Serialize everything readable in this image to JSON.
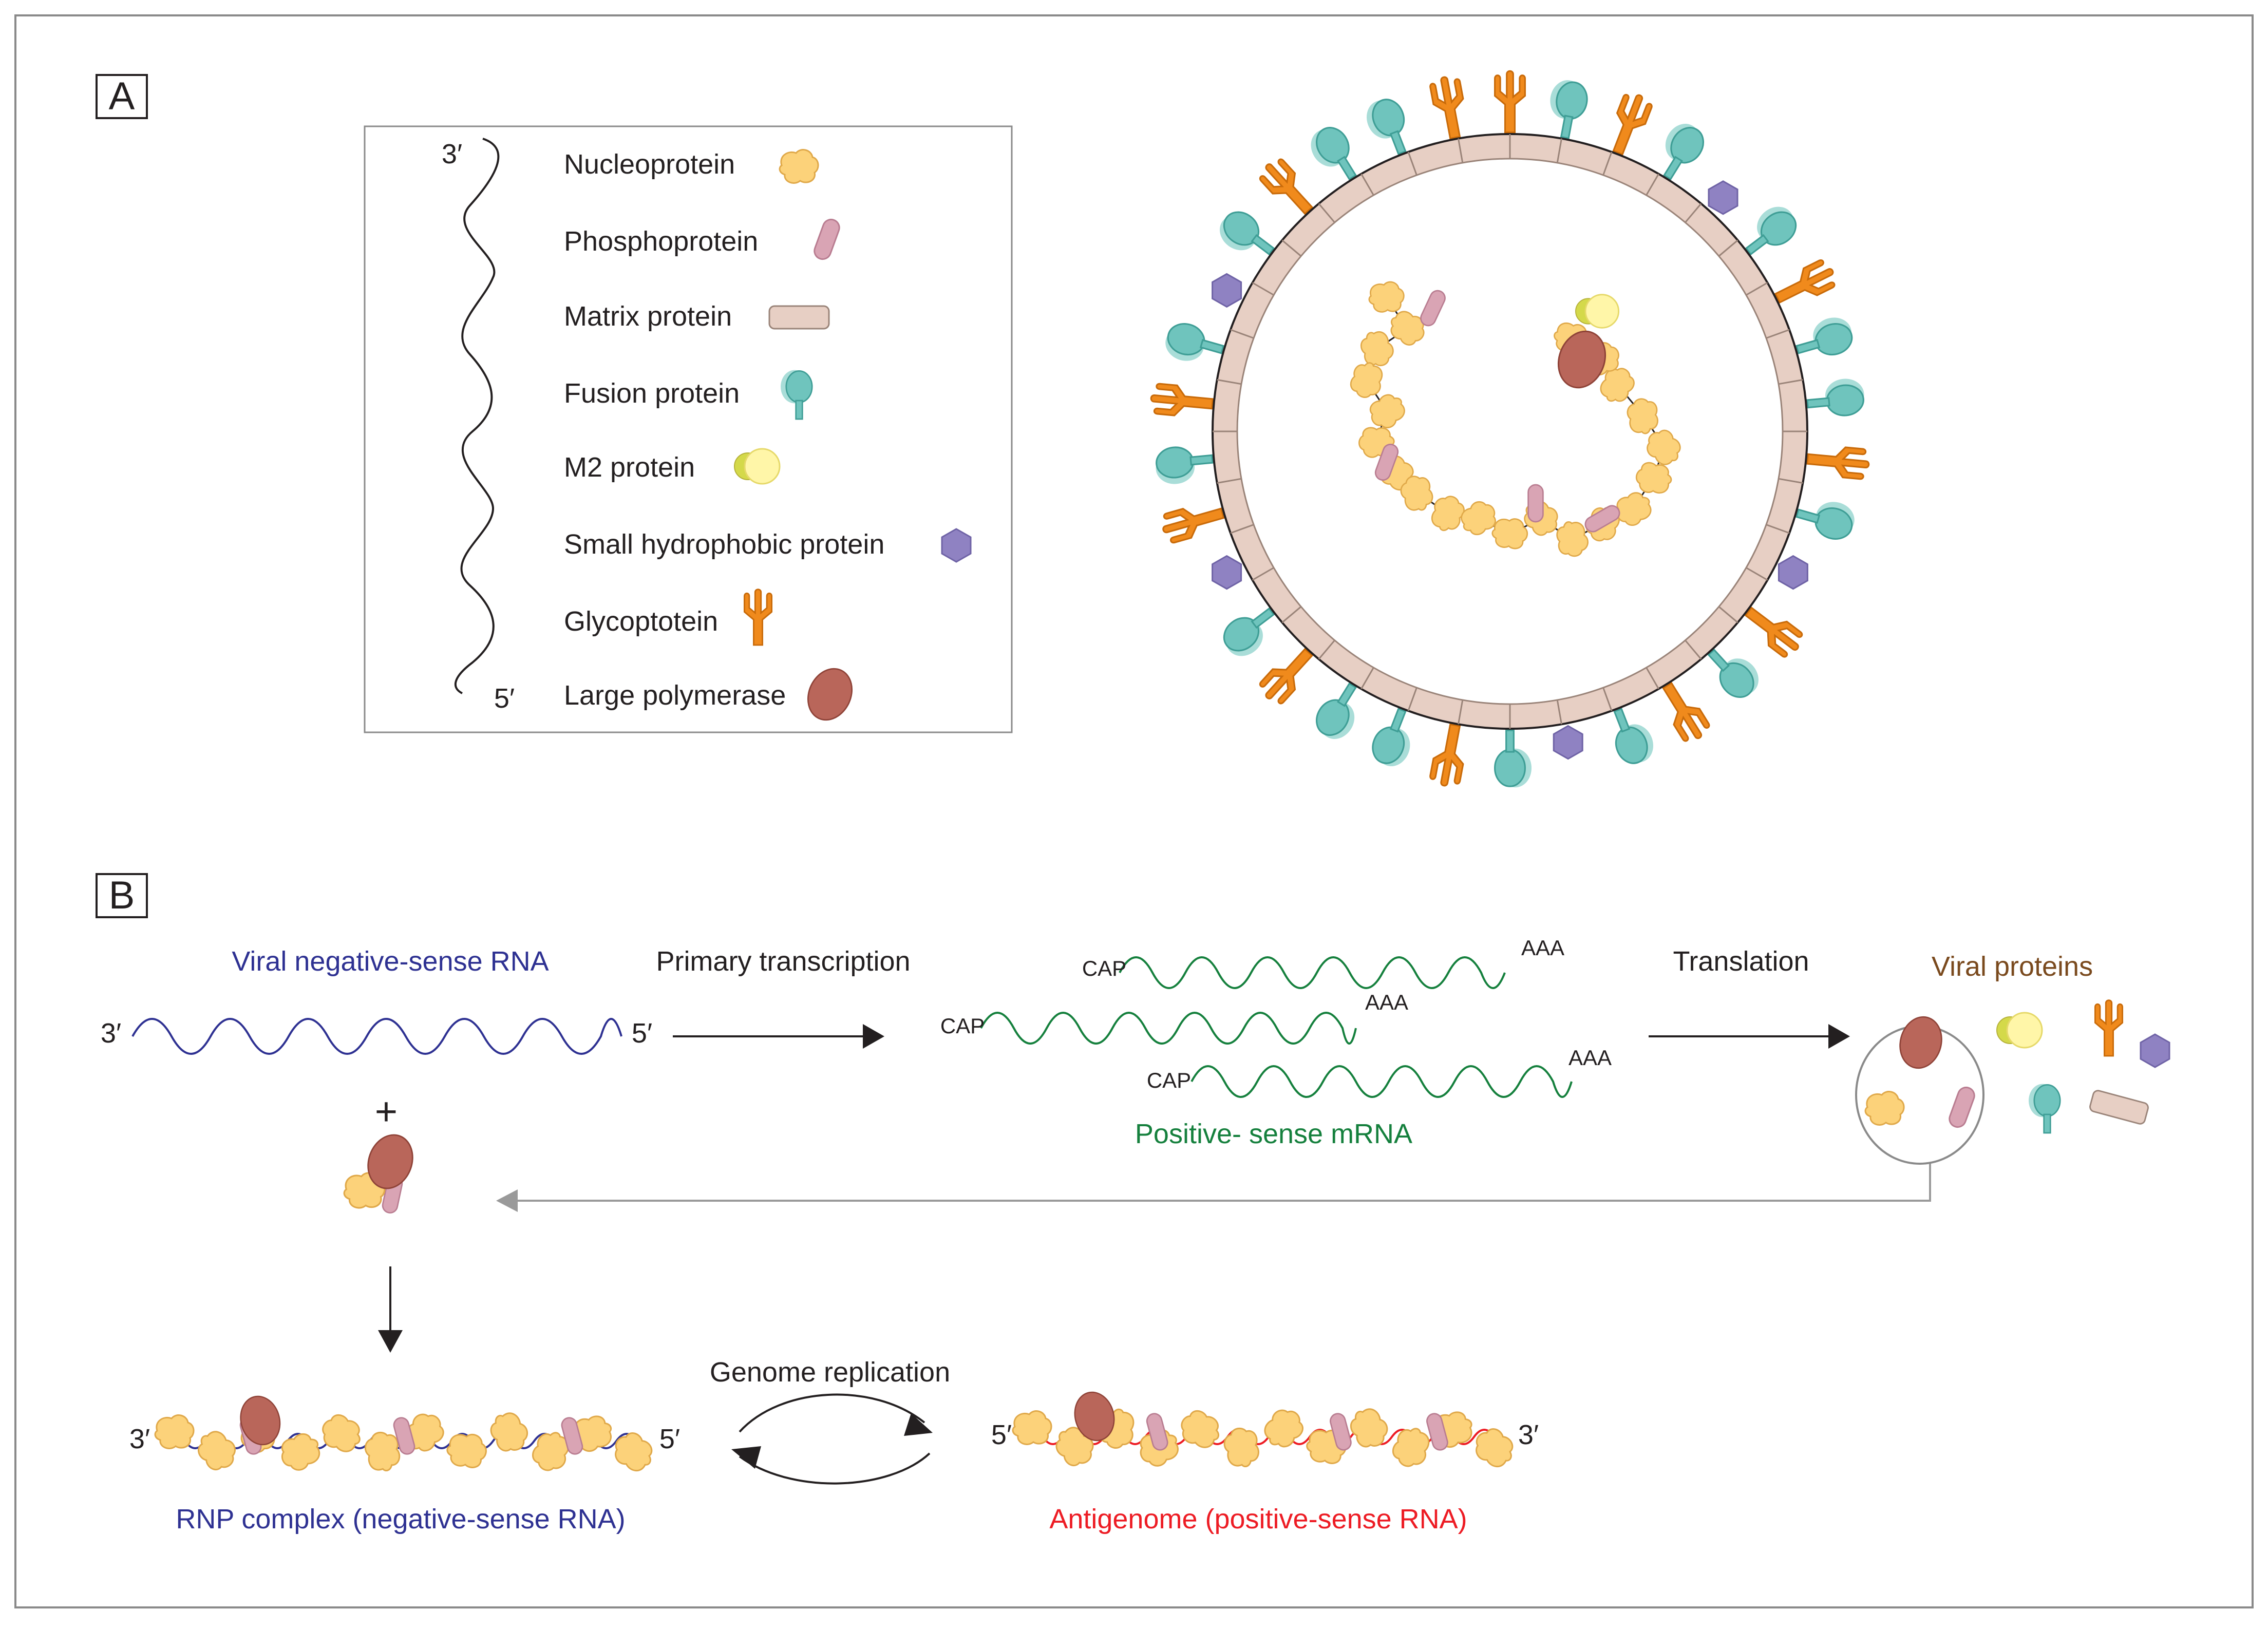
{
  "panels": {
    "a": "A",
    "b": "B"
  },
  "legend": {
    "end_3": "3′",
    "end_5": "5′",
    "items": [
      {
        "label": "Nucleoprotein",
        "icon": "nucleoprotein-icon",
        "color": "#fcd27a"
      },
      {
        "label": "Phosphoprotein",
        "icon": "phosphoprotein-icon",
        "color": "#d9a4b4"
      },
      {
        "label": "Matrix protein",
        "icon": "matrix-protein-icon",
        "color": "#e7cfc4"
      },
      {
        "label": "Fusion protein",
        "icon": "fusion-protein-icon",
        "color": "#6fc4bd"
      },
      {
        "label": "M2 protein",
        "icon": "m2-protein-icon",
        "color": "#fff6a8"
      },
      {
        "label": "Small hydrophobic protein",
        "icon": "small-hydrophobic-protein-icon",
        "color": "#8f82c2"
      },
      {
        "label": "Glycoptotein",
        "icon": "glycoprotein-icon",
        "color": "#f08a1c"
      },
      {
        "label": "Large polymerase",
        "icon": "large-polymerase-icon",
        "color": "#b9665a"
      }
    ]
  },
  "panel_b": {
    "viral_rna_title": "Viral negative-sense RNA",
    "viral_rna_3": "3′",
    "viral_rna_5": "5′",
    "primary_transcription": "Primary transcription",
    "cap": "CAP",
    "aaa": "AAA",
    "mrna_label": "Positive- sense mRNA",
    "translation": "Translation",
    "viral_proteins": "Viral proteins",
    "plus": "+",
    "genome_replication": "Genome replication",
    "rnp_3": "3′",
    "rnp_5": "5′",
    "rnp_label": "RNP complex (negative-sense RNA)",
    "anti_5": "5′",
    "anti_3": "3′",
    "antigenome_label": "Antigenome (positive-sense RNA)"
  },
  "colors": {
    "negative_rna": "#2e3192",
    "mrna": "#15803d",
    "antigenome": "#ed1c24",
    "viral_proteins_text": "#7a4a1e",
    "envelope": "#e7cfc4",
    "frame": "#8a8a8a"
  }
}
